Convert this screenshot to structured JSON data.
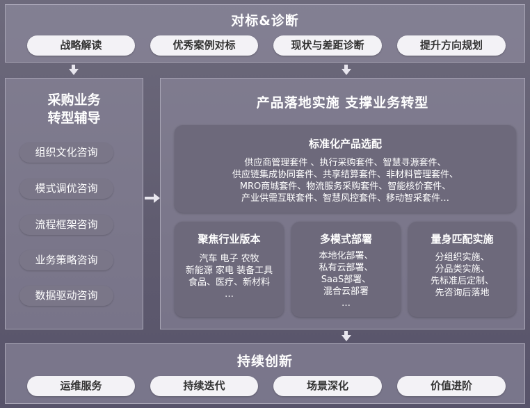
{
  "top": {
    "title": "对标&诊断",
    "items": [
      "战略解读",
      "优秀案例对标",
      "现状与差距诊断",
      "提升方向规划"
    ]
  },
  "left": {
    "title_line1": "采购业务",
    "title_line2": "转型辅导",
    "items": [
      "组织文化咨询",
      "模式调优咨询",
      "流程框架咨询",
      "业务策略咨询",
      "数据驱动咨询"
    ]
  },
  "right": {
    "title": "产品落地实施  支撑业务转型",
    "standard": {
      "title": "标准化产品选配",
      "lines": [
        "供应商管理套件 、执行采购套件、智慧寻源套件、",
        "供应链集成协同套件、共享结算套件、非材料管理套件、",
        "MRO商城套件、物流服务采购套件、智能核价套件、",
        "产业供需互联套件、智慧风控套件、移动智采套件…"
      ]
    },
    "cards": [
      {
        "title": "聚焦行业版本",
        "lines": [
          "汽车 电子 农牧",
          "新能源 家电 装备工具",
          "食品、医疗、新材料",
          "…"
        ]
      },
      {
        "title": "多模式部署",
        "lines": [
          "本地化部署、",
          "私有云部署、",
          "SaaS部署、",
          "混合云部署",
          "…"
        ]
      },
      {
        "title": "量身匹配实施",
        "lines": [
          "分组织实施、",
          "分品类实施、",
          "先标准后定制、",
          "先咨询后落地"
        ]
      }
    ]
  },
  "bottom": {
    "title": "持续创新",
    "items": [
      "运维服务",
      "持续迭代",
      "场景深化",
      "价值进阶"
    ]
  }
}
